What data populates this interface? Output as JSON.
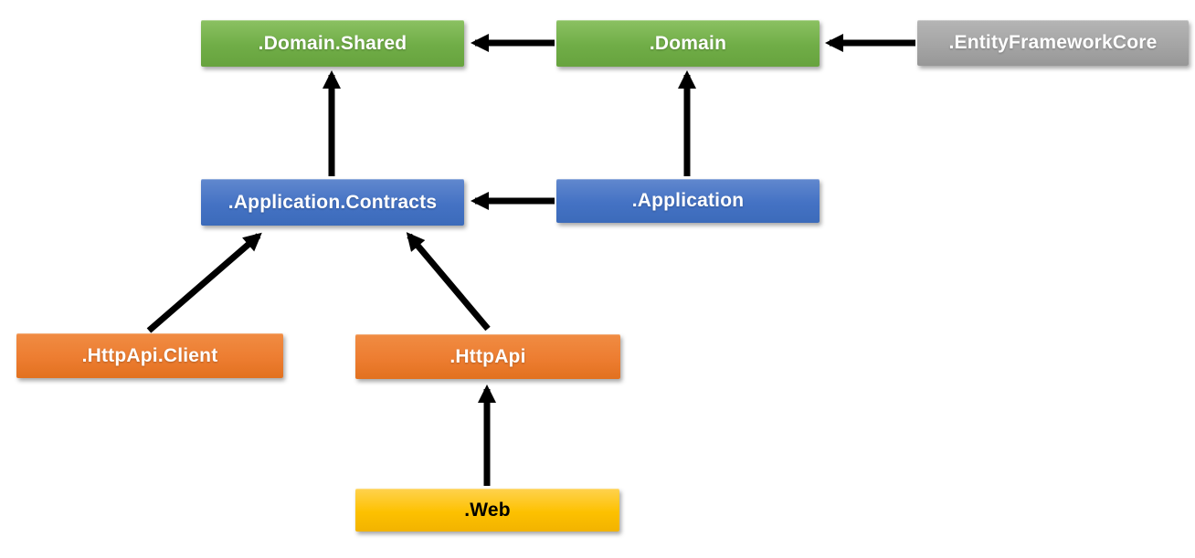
{
  "diagram": {
    "background_color": "#FFFFFF",
    "arrow_color": "#000000",
    "nodes": [
      {
        "id": "domain-shared",
        "label": ".Domain.Shared",
        "color": "#70AD47",
        "text_color": "#FFFFFF"
      },
      {
        "id": "domain",
        "label": ".Domain",
        "color": "#70AD47",
        "text_color": "#FFFFFF"
      },
      {
        "id": "entity-framework-core",
        "label": ".EntityFrameworkCore",
        "color": "#A5A5A5",
        "text_color": "#FFFFFF"
      },
      {
        "id": "application-contracts",
        "label": ".Application.Contracts",
        "color": "#4472C4",
        "text_color": "#FFFFFF"
      },
      {
        "id": "application",
        "label": ".Application",
        "color": "#4472C4",
        "text_color": "#FFFFFF"
      },
      {
        "id": "httpapi-client",
        "label": ".HttpApi.Client",
        "color": "#ED7D31",
        "text_color": "#FFFFFF"
      },
      {
        "id": "httpapi",
        "label": ".HttpApi",
        "color": "#ED7D31",
        "text_color": "#FFFFFF"
      },
      {
        "id": "web",
        "label": ".Web",
        "color": "#FFC000",
        "text_color": "#000000"
      }
    ],
    "edges": [
      {
        "from": "domain",
        "to": "domain-shared"
      },
      {
        "from": "entity-framework-core",
        "to": "domain"
      },
      {
        "from": "application-contracts",
        "to": "domain-shared"
      },
      {
        "from": "application",
        "to": "domain"
      },
      {
        "from": "application",
        "to": "application-contracts"
      },
      {
        "from": "httpapi-client",
        "to": "application-contracts"
      },
      {
        "from": "httpapi",
        "to": "application-contracts"
      },
      {
        "from": "web",
        "to": "httpapi"
      }
    ]
  }
}
